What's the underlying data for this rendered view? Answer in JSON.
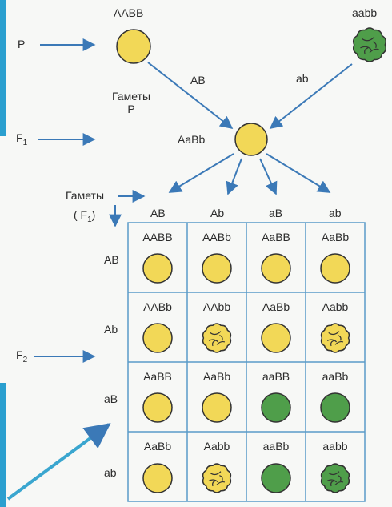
{
  "labels": {
    "parent_left_genotype": "AABB",
    "parent_right_genotype": "aabb",
    "P": "P",
    "F1_letter": "F",
    "F1_sub": "1",
    "F2_letter": "F",
    "F2_sub": "2",
    "gamete_AB": "AB",
    "gamete_ab": "ab",
    "gametes_P_line1": "Гаметы",
    "gametes_P_line2": "P",
    "f1_genotype": "AaBb",
    "gametes_F1_word": "Гаметы",
    "gametes_F1_paren": "( F",
    "gametes_F1_sub": "1",
    "gametes_F1_close": ")"
  },
  "punnett": {
    "columns": [
      "AB",
      "Ab",
      "aB",
      "ab"
    ],
    "rows": [
      "AB",
      "Ab",
      "aB",
      "ab"
    ],
    "cells": [
      [
        {
          "g": "AABB",
          "p": "yellow-smooth"
        },
        {
          "g": "AABb",
          "p": "yellow-smooth"
        },
        {
          "g": "AaBB",
          "p": "yellow-smooth"
        },
        {
          "g": "AaBb",
          "p": "yellow-smooth"
        }
      ],
      [
        {
          "g": "AABb",
          "p": "yellow-smooth"
        },
        {
          "g": "AAbb",
          "p": "yellow-wrinkled"
        },
        {
          "g": "AaBb",
          "p": "yellow-smooth"
        },
        {
          "g": "Aabb",
          "p": "yellow-wrinkled"
        }
      ],
      [
        {
          "g": "AaBB",
          "p": "yellow-smooth"
        },
        {
          "g": "AaBb",
          "p": "yellow-smooth"
        },
        {
          "g": "aaBB",
          "p": "green-smooth"
        },
        {
          "g": "aaBb",
          "p": "green-smooth"
        }
      ],
      [
        {
          "g": "AaBb",
          "p": "yellow-smooth"
        },
        {
          "g": "Aabb",
          "p": "yellow-wrinkled"
        },
        {
          "g": "aaBb",
          "p": "green-smooth"
        },
        {
          "g": "aabb",
          "p": "green-wrinkled"
        }
      ]
    ]
  },
  "colors": {
    "yellow": "#f2d857",
    "green": "#4f9e4a",
    "arrow": "#3b79b7",
    "outline": "#333333",
    "grid": "#5a9bc8",
    "accent": "#2a9fcf"
  }
}
